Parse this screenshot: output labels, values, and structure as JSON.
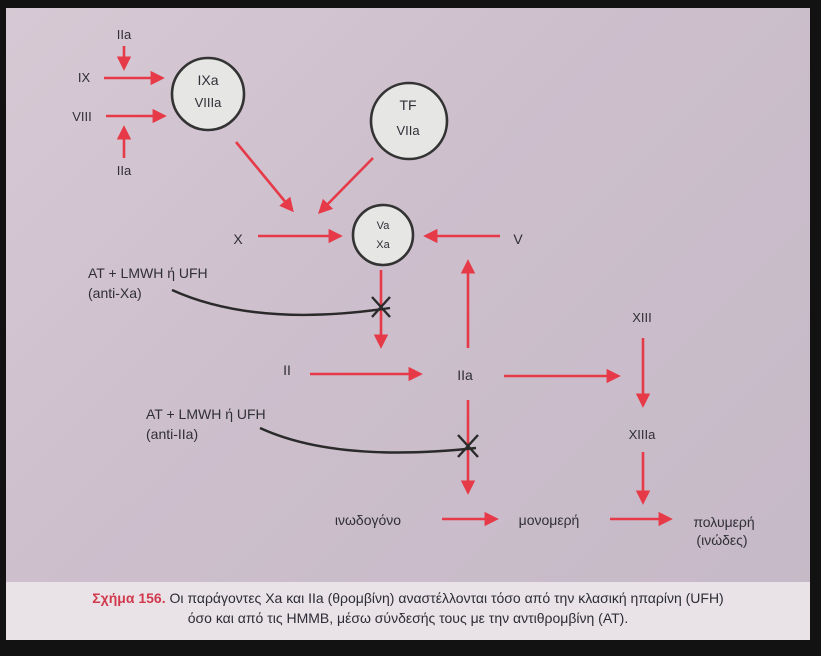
{
  "diagram": {
    "labels": {
      "IIa_top": "IIa",
      "IX": "IX",
      "VIII": "VIII",
      "IIa_bottom_left": "IIa",
      "X": "X",
      "V": "V",
      "II": "II",
      "IIa_center": "IIa",
      "XIII": "XIII",
      "XIIIa": "XIIIa",
      "fibrinogen": "ινωδογόνο",
      "monomers": "μονομερή",
      "polymers_line1": "πολυμερή",
      "polymers_line2": "(ινώδες)",
      "inhibitor1_line1": "AT + LMWH ή UFH",
      "inhibitor1_line2": "(anti-Xa)",
      "inhibitor2_line1": "AT + LMWH ή UFH",
      "inhibitor2_line2": "(anti-IIa)"
    },
    "nodes": {
      "ixa_viiia": {
        "line1": "IXa",
        "line2": "VIIIa"
      },
      "tf_viia": {
        "line1": "TF",
        "line2": "VIIa"
      },
      "va_xa": {
        "line1": "Va",
        "line2": "Xa"
      }
    },
    "colors": {
      "arrow": "#e63a48",
      "inhibitor_line": "#2a2a2a",
      "node_fill": "#e6e6e4",
      "caption_label": "#d13a4c"
    }
  },
  "caption": {
    "label": "Σχήμα 156.",
    "line1": "Οι παράγοντες Xa και IIa (θρομβίνη) αναστέλλονται τόσο από την κλασική ηπαρίνη (UFH)",
    "line2": "όσο και από τις ΗΜΜΒ, μέσω σύνδεσής τους με την αντιθρομβίνη (AT)."
  }
}
